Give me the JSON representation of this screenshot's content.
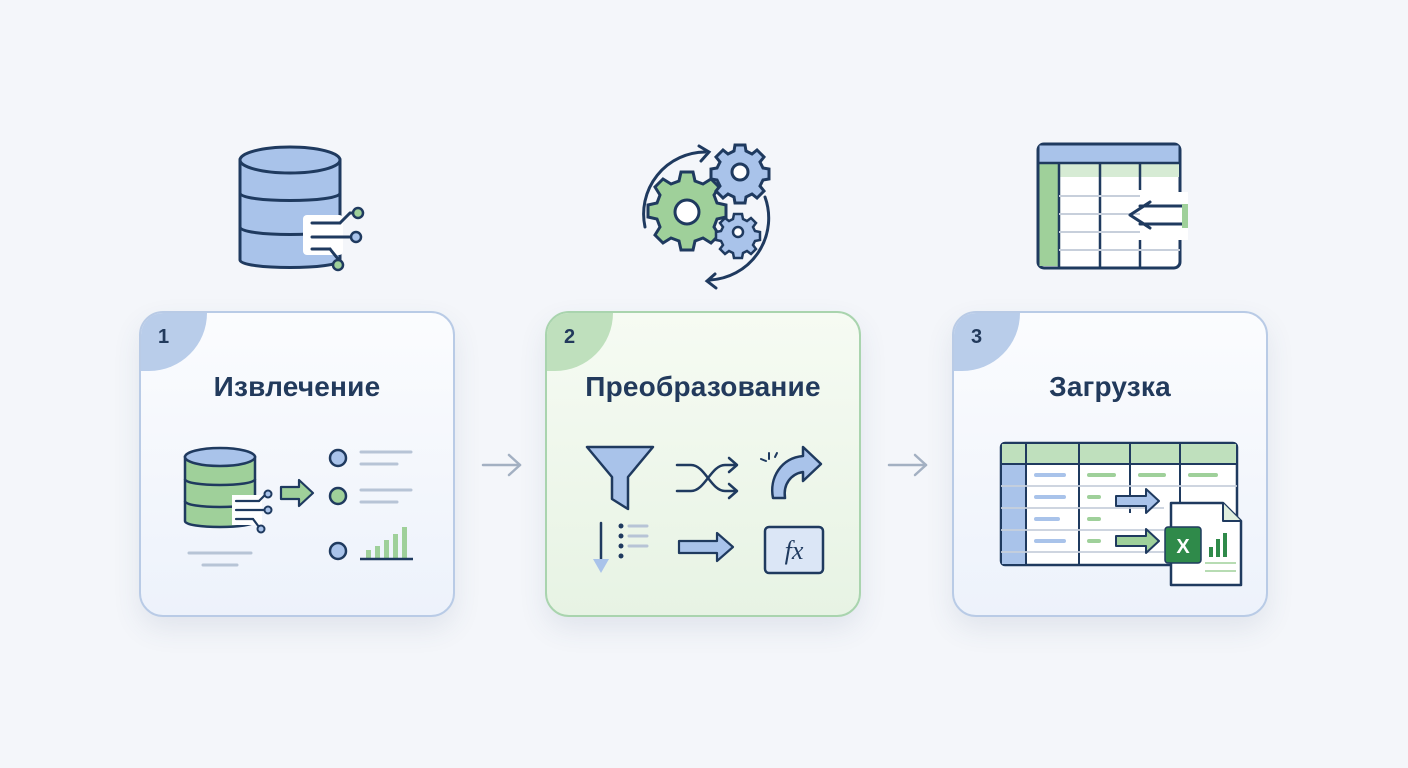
{
  "steps": [
    {
      "number": "1",
      "title": "Извлечение",
      "accent": "#b9cdea"
    },
    {
      "number": "2",
      "title": "Преобразование",
      "accent": "#bfe0bd"
    },
    {
      "number": "3",
      "title": "Загрузка",
      "accent": "#b9cdea"
    }
  ],
  "icons": {
    "step1_top": "database-extract-icon",
    "step2_top": "gears-cycle-icon",
    "step3_top": "spreadsheet-import-icon",
    "fx_label": "fx",
    "excel_label": "X"
  },
  "colors": {
    "stroke": "#1f3a5f",
    "blue": "#a9c3ea",
    "green": "#9fd09a",
    "card_border_blue": "#b9cbe6",
    "card_border_green": "#a9d4ae"
  }
}
